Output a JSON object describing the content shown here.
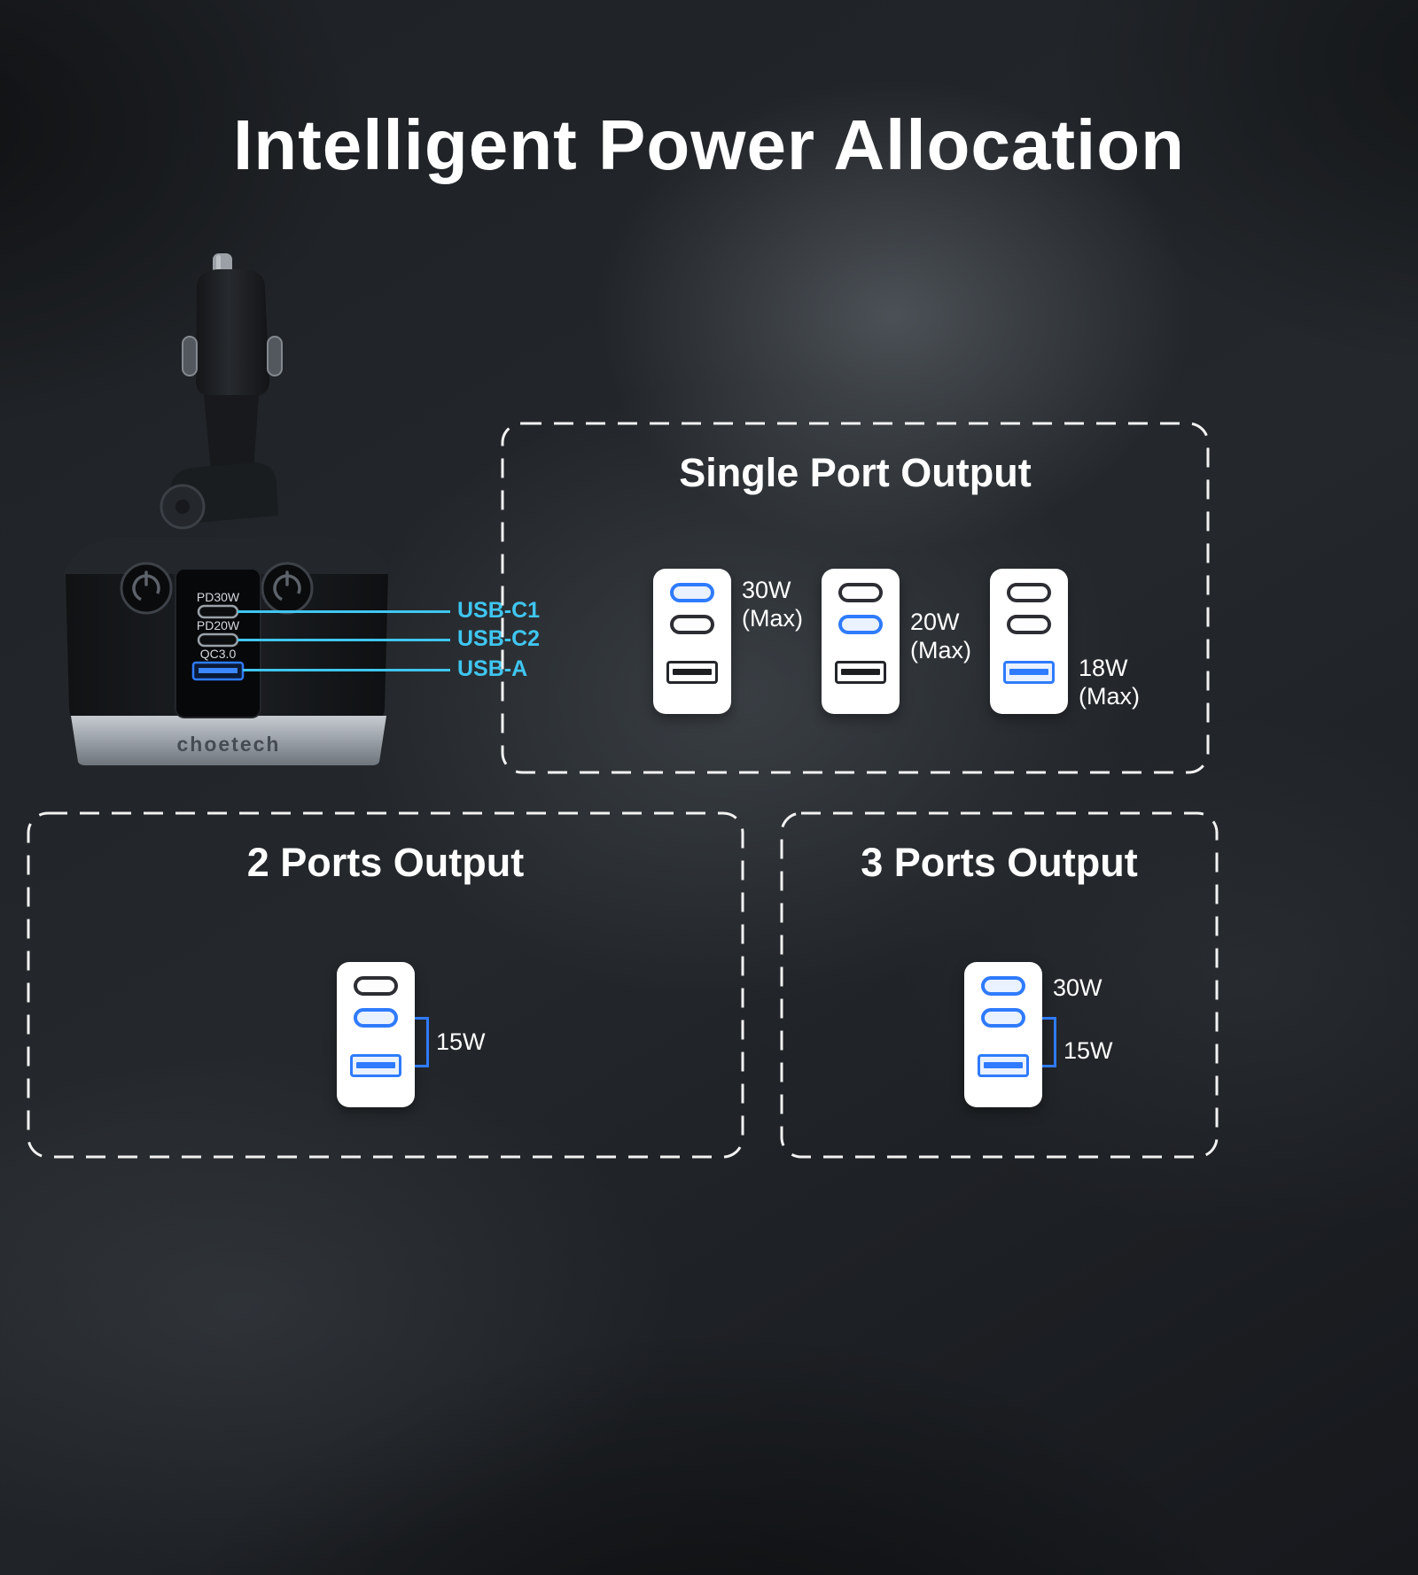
{
  "title": "Intelligent Power Allocation",
  "product": {
    "brand": "choetech",
    "ports": {
      "c1_label": "PD30W",
      "c2_label": "PD20W",
      "a_label": "QC3.0"
    },
    "callouts": {
      "c1": "USB-C1",
      "c2": "USB-C2",
      "a": "USB-A"
    }
  },
  "sections": {
    "single": {
      "title": "Single Port Output",
      "diagrams": [
        {
          "active_port": "USB-C1",
          "watt": "30W",
          "max": "(Max)"
        },
        {
          "active_port": "USB-C2",
          "watt": "20W",
          "max": "(Max)"
        },
        {
          "active_port": "USB-A",
          "watt": "18W",
          "max": "(Max)"
        }
      ]
    },
    "two": {
      "title": "2 Ports Output",
      "active_ports": [
        "USB-C2",
        "USB-A"
      ],
      "shared_watt": "15W"
    },
    "three": {
      "title": "3 Ports Output",
      "active_ports": [
        "USB-C1",
        "USB-C2",
        "USB-A"
      ],
      "top_watt": "30W",
      "shared_watt": "15W"
    }
  },
  "colors": {
    "accent_blue": "#2f7bff",
    "callout_cyan": "#3fc6f0",
    "background_dark": "#202428"
  }
}
